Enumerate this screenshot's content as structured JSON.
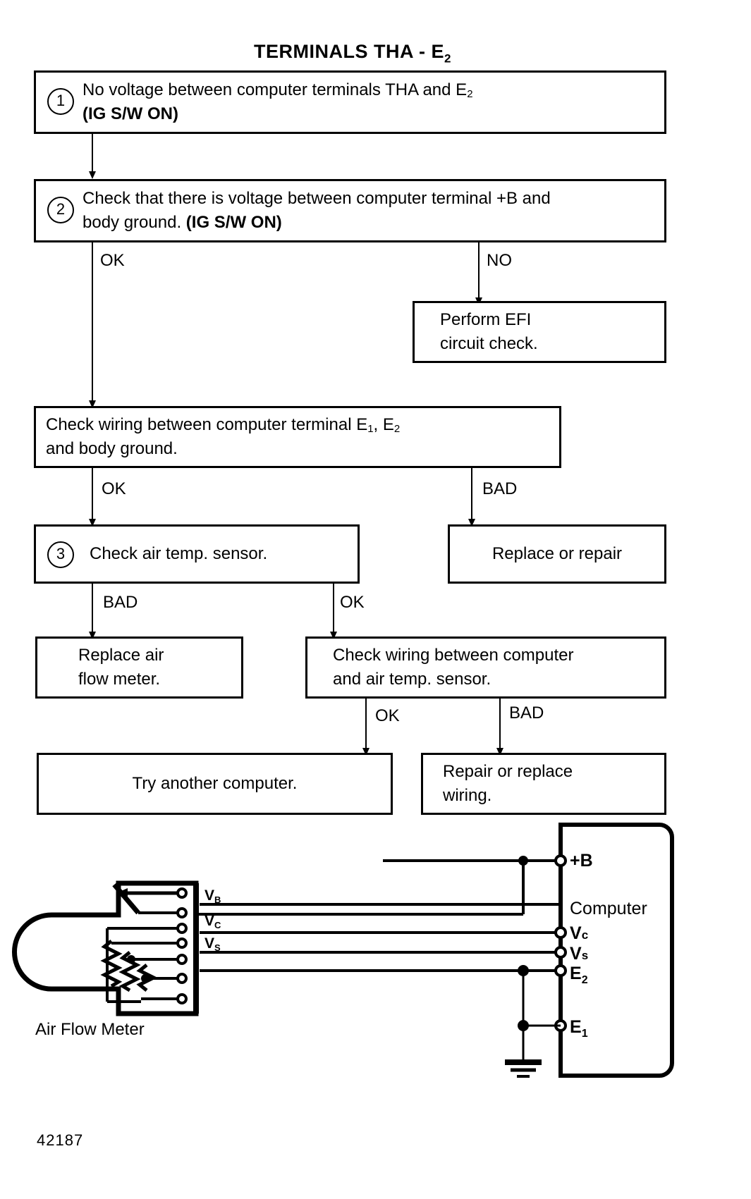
{
  "title": {
    "text": "TERMINALS THA - E",
    "subscript": "2"
  },
  "flow": {
    "steps": [
      {
        "id": "step1",
        "number": "1",
        "line1_a": "No voltage between computer terminals THA and E",
        "line1_sub": "2",
        "line2": "(IG S/W ON)"
      },
      {
        "id": "step2",
        "number": "2",
        "line1": "Check that there is voltage between computer terminal +B and",
        "line2_a": "body ground. ",
        "line2_b": "(IG S/W ON)"
      },
      {
        "id": "perform-efi",
        "line1": "Perform EFI",
        "line2": "circuit check."
      },
      {
        "id": "check-wiring-ground",
        "line1_a": "Check wiring between computer terminal E",
        "line1_sub1": "1",
        "line1_b": ", E",
        "line1_sub2": "2",
        "line2": "and body ground."
      },
      {
        "id": "replace-or-repair",
        "text": "Replace or repair"
      },
      {
        "id": "step3",
        "number": "3",
        "text": "Check air temp. sensor."
      },
      {
        "id": "replace-air-flow-meter",
        "line1": "Replace air",
        "line2": "flow meter."
      },
      {
        "id": "check-wiring-sensor",
        "line1": "Check wiring between computer",
        "line2": "and air temp. sensor."
      },
      {
        "id": "try-another-computer",
        "text": "Try another computer."
      },
      {
        "id": "repair-or-replace-wiring",
        "line1": "Repair or replace",
        "line2": "wiring."
      }
    ],
    "branch_labels": {
      "ok": "OK",
      "no": "NO",
      "bad": "BAD"
    }
  },
  "wiring": {
    "air_flow_meter_label": "Air Flow Meter",
    "computer_label": "Computer",
    "meter_terminals": [
      {
        "label": "Vb",
        "sub": "B"
      },
      {
        "label": "Vc",
        "sub": "C"
      },
      {
        "label": "Vs",
        "sub": "S"
      }
    ],
    "computer_terminals": [
      {
        "label": "+B",
        "sub": ""
      },
      {
        "label": "Vc",
        "sub": "c"
      },
      {
        "label": "Vs",
        "sub": "s"
      },
      {
        "label": "E",
        "sub": "2"
      },
      {
        "label": "E",
        "sub": "1"
      }
    ]
  },
  "page_number": "42187"
}
